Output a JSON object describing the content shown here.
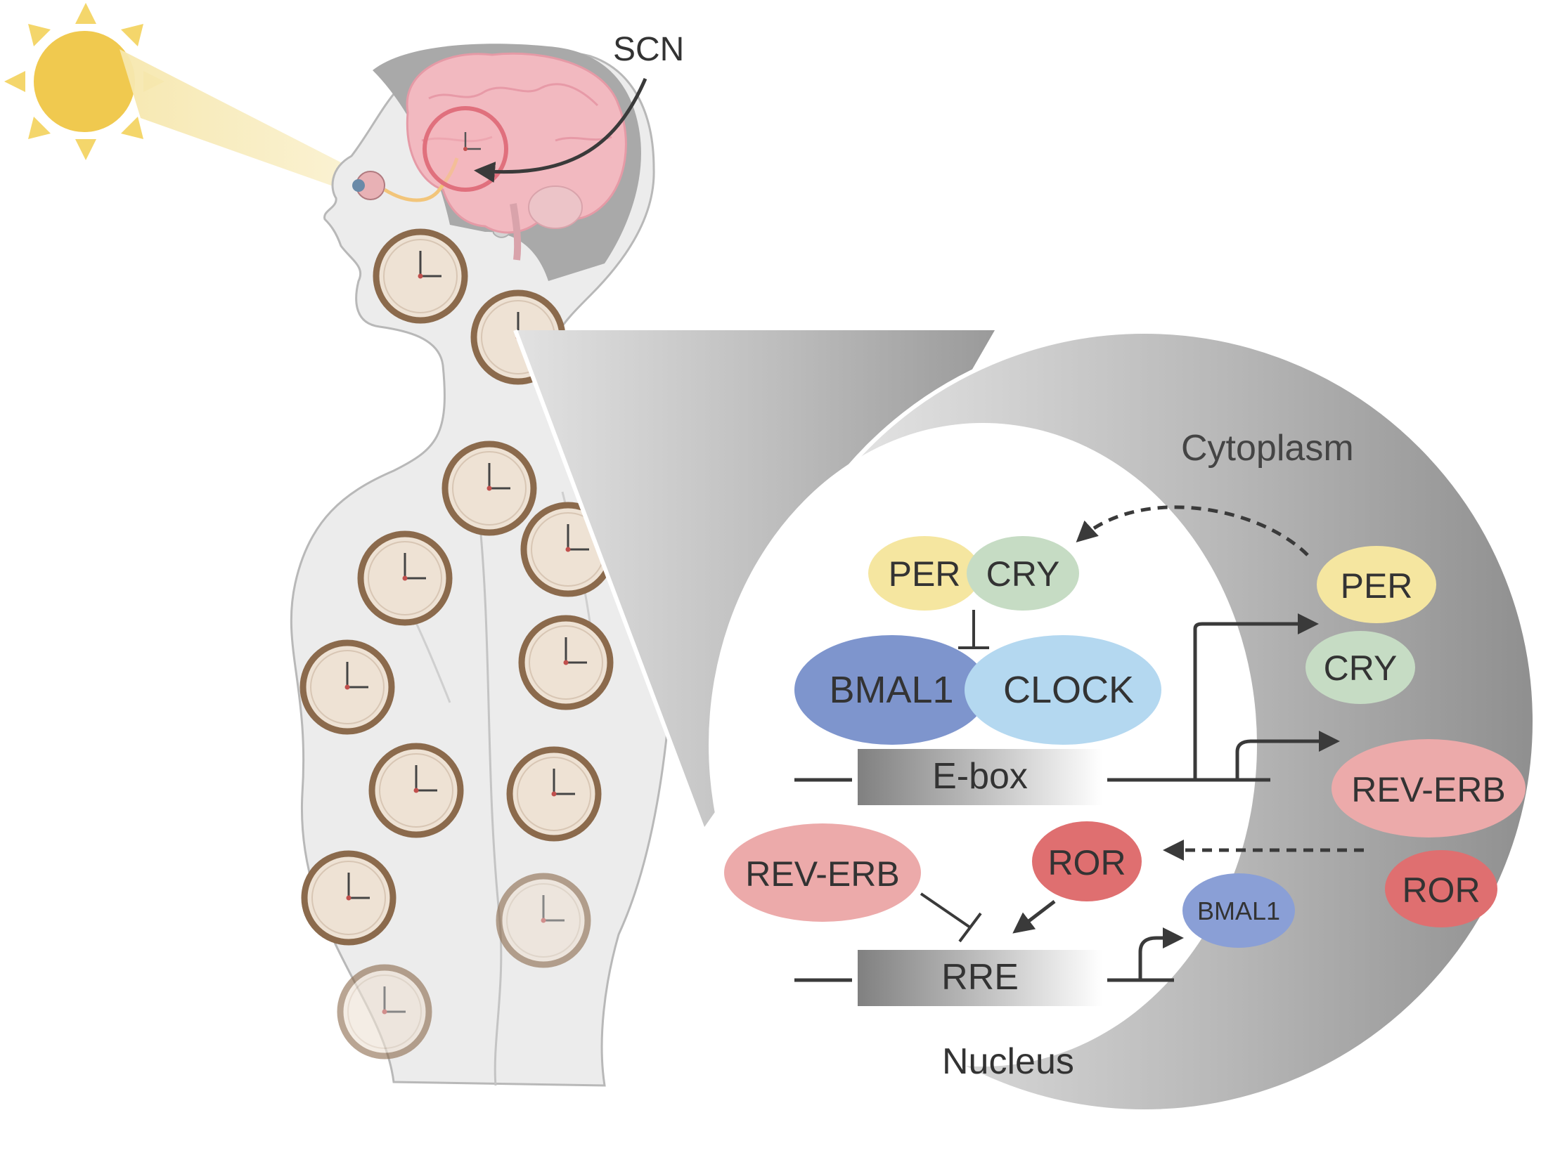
{
  "labels": {
    "scn": "SCN",
    "cytoplasm": "Cytoplasm",
    "nucleus": "Nucleus",
    "ebox": "E-box",
    "rre": "RRE"
  },
  "proteins": {
    "nuclear_per": "PER",
    "nuclear_cry": "CRY",
    "bmal1": "BMAL1",
    "clock": "CLOCK",
    "nuclear_reverb": "REV-ERB",
    "nuclear_ror": "ROR",
    "bmal1_product": "BMAL1",
    "cyto_per": "PER",
    "cyto_cry": "CRY",
    "cyto_reverb": "REV-ERB",
    "cyto_ror": "ROR"
  },
  "colors": {
    "per": "#f5e6a0",
    "cry": "#c6dcc4",
    "bmal1": "#7e95cd",
    "clock": "#b4d8f0",
    "reverb": "#ecaaaa",
    "ror": "#df6f70",
    "bmal1_small": "#8a9fd6",
    "sun": "#f0c94f",
    "clock_ring": "#8b6a4c",
    "clock_face": "#eee2d4",
    "brain": "#f2b9c0",
    "text": "#333333"
  },
  "icons": [
    "sun-icon",
    "eye-icon",
    "brain-icon",
    "clock-icon"
  ]
}
